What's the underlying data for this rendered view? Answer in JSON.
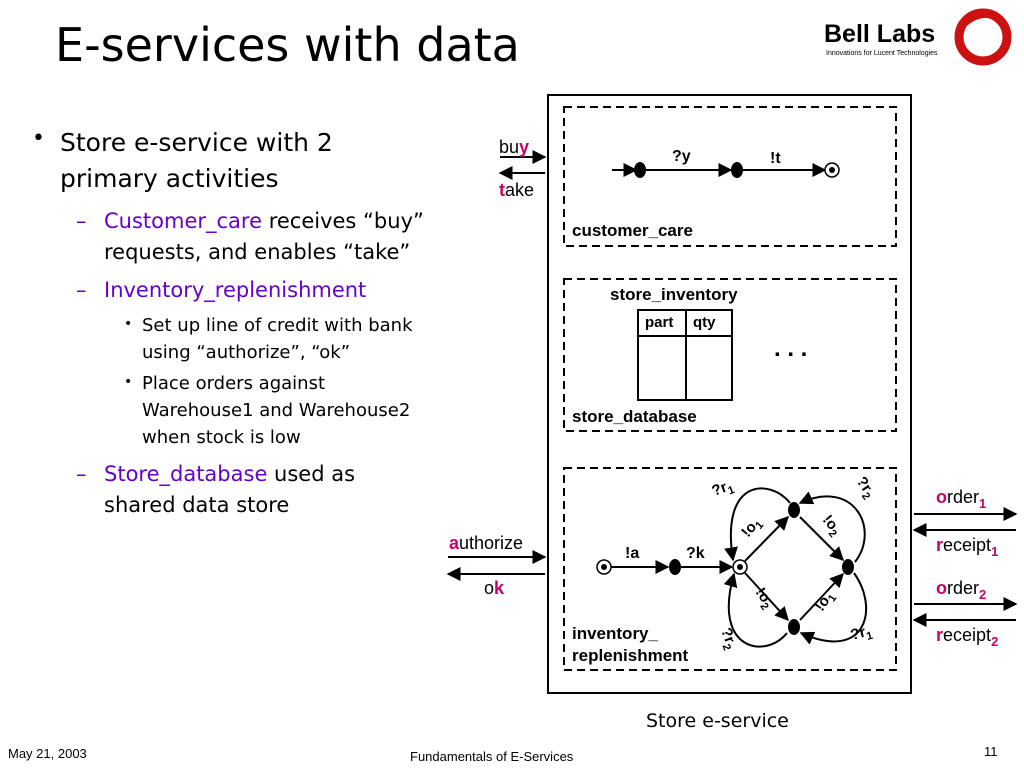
{
  "slide": {
    "title": "E-services with data",
    "logo": {
      "name": "Bell Labs",
      "tagline": "Innovations for Lucent Technologies"
    },
    "bullets": {
      "b1_line1": "Store e-service with 2",
      "b1_line2": "primary activities",
      "b2_term": "Customer_care",
      "b2_rest1": " receives “buy”",
      "b2_line2": "requests, and enables “take”",
      "b3_term": "Inventory_replenishment",
      "b4_line1": "Set up line of credit with bank",
      "b4_line2": "using “authorize”, “ok”",
      "b5_line1": "Place orders against",
      "b5_line2": "Warehouse1 and Warehouse2",
      "b5_line3": "when stock is low",
      "b6_term": "Store_database",
      "b6_rest1": " used as",
      "b6_line2": "shared data store"
    },
    "footer": {
      "date": "May 21, 2003",
      "course": "Fundamentals of E-Services",
      "page": "11"
    }
  },
  "diagram": {
    "caption": "Store e-service",
    "ports": {
      "buy": {
        "a": "bu",
        "b": "y"
      },
      "take": {
        "a": "t",
        "b": "ake"
      },
      "authorize": {
        "a": "a",
        "b": "uthorize"
      },
      "ok": {
        "a": "o",
        "b": "k"
      },
      "order1": {
        "a": "o",
        "b": "rder",
        "sub": "1"
      },
      "receipt1": {
        "a": "r",
        "b": "eceipt",
        "sub": "1"
      },
      "order2": {
        "a": "o",
        "b": "rder",
        "sub": "2"
      },
      "receipt2": {
        "a": "r",
        "b": "eceipt",
        "sub": "2"
      }
    },
    "customer_care": {
      "label": "customer_care",
      "t1": "?y",
      "t2": "!t"
    },
    "store_database": {
      "label": "store_database",
      "table_name": "store_inventory",
      "col1": "part",
      "col2": "qty",
      "ellipsis": ". . ."
    },
    "inventory": {
      "label_line1": "inventory_",
      "label_line2": "replenishment",
      "a": "!a",
      "k": "?k",
      "o1_top": "!o",
      "o1_top_sub": "1",
      "o2_top": "!o",
      "o2_top_sub": "2",
      "o2_bot": "!o",
      "o2_bot_sub": "2",
      "o1_bot": "!o",
      "o1_bot_sub": "1",
      "r1_top": "?r",
      "r1_top_sub": "1",
      "r2_top": "?r",
      "r2_top_sub": "2",
      "r2_bot": "?r",
      "r2_bot_sub": "2",
      "r1_bot": "?r",
      "r1_bot_sub": "1"
    }
  }
}
